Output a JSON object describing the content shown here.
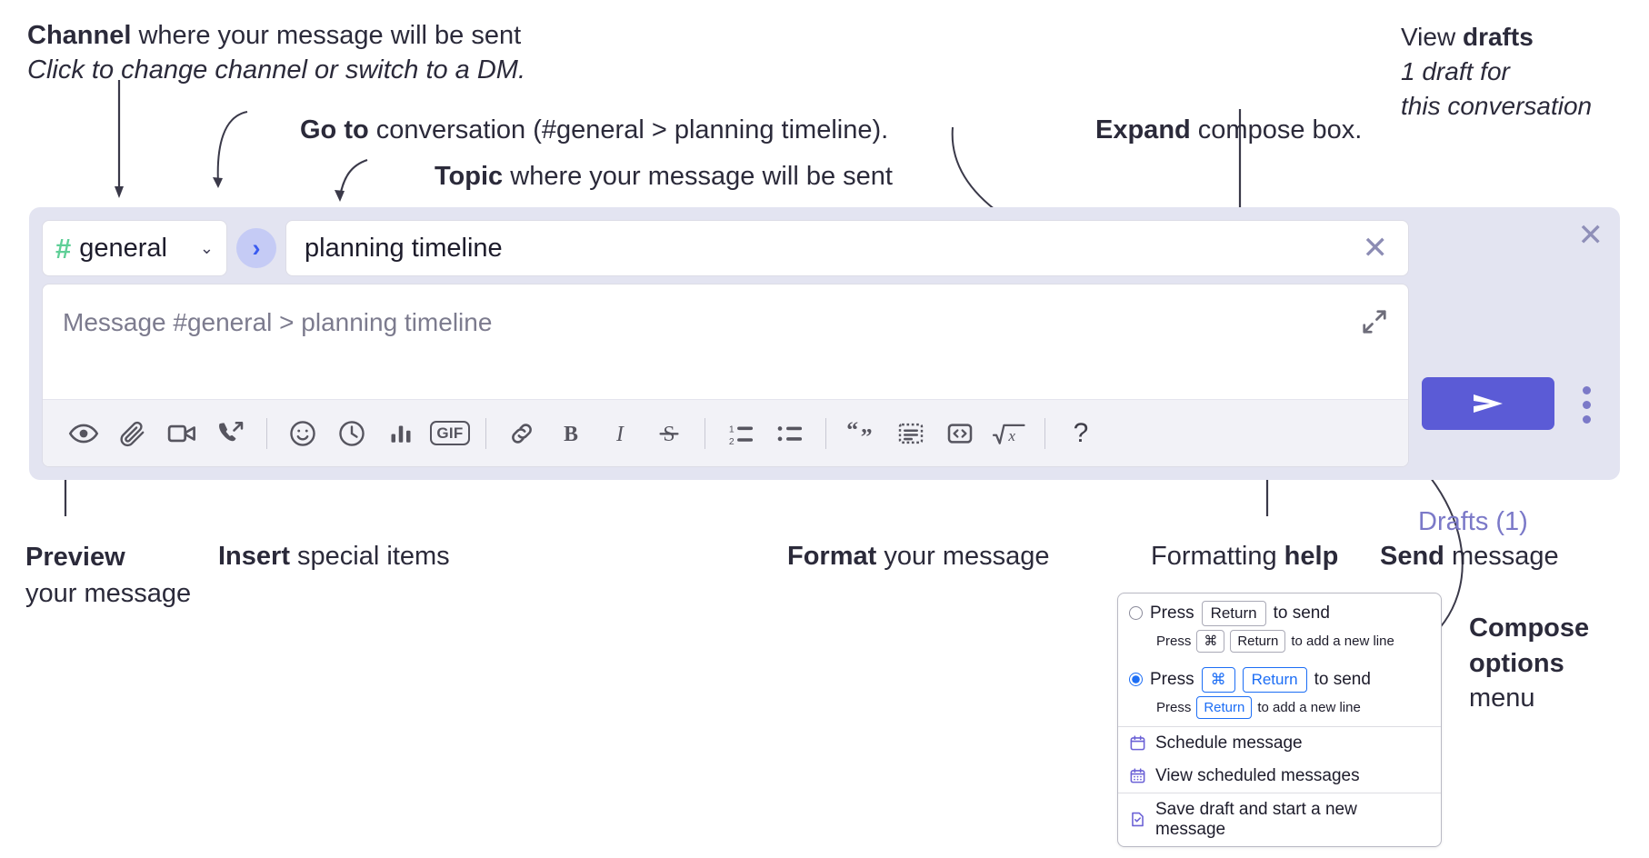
{
  "annotations": {
    "channel": {
      "bold": "Channel",
      "rest": " where your message will be sent",
      "italic": "Click to change channel or switch to a DM."
    },
    "goto": {
      "bold": "Go to",
      "rest": " conversation (#general > planning timeline)."
    },
    "topic": {
      "bold": "Topic",
      "rest": " where your message will be sent"
    },
    "expand": {
      "bold": "Expand",
      "rest": " compose box."
    },
    "drafts": {
      "plain": "View ",
      "bold": "drafts",
      "italic1": "1 draft for",
      "italic2": "this conversation"
    },
    "preview": {
      "bold": "Preview",
      "rest": "your message"
    },
    "insert": {
      "bold": "Insert",
      "rest": " special items"
    },
    "format": {
      "bold": "Format",
      "rest": " your message"
    },
    "help": {
      "plain": "Formatting ",
      "bold": "help"
    },
    "send": {
      "bold": "Send",
      "rest": " message"
    },
    "compose": {
      "bold1": "Compose",
      "bold2": "options",
      "rest": "menu"
    }
  },
  "compose": {
    "channel_name": "general",
    "channel_hash": "#",
    "chevron": "⌄",
    "goto_glyph": "›",
    "topic_value": "planning timeline",
    "topic_clear": "✕",
    "message_placeholder": "Message #general > planning timeline",
    "close": "✕",
    "drafts_label": "Drafts (1)",
    "gif_label": "GIF",
    "help_label": "?",
    "toolbar": [
      {
        "name": "preview-icon",
        "kind": "icon"
      },
      {
        "name": "attachment-icon",
        "kind": "icon"
      },
      {
        "name": "video-icon",
        "kind": "icon"
      },
      {
        "name": "huddle-icon",
        "kind": "icon"
      },
      {
        "name": "separator",
        "kind": "sep"
      },
      {
        "name": "emoji-icon",
        "kind": "icon"
      },
      {
        "name": "clock-icon",
        "kind": "icon"
      },
      {
        "name": "poll-icon",
        "kind": "icon"
      },
      {
        "name": "gif-icon",
        "kind": "gif"
      },
      {
        "name": "separator",
        "kind": "sep"
      },
      {
        "name": "link-icon",
        "kind": "icon"
      },
      {
        "name": "bold-icon",
        "kind": "icon"
      },
      {
        "name": "italic-icon",
        "kind": "icon"
      },
      {
        "name": "strikethrough-icon",
        "kind": "icon"
      },
      {
        "name": "separator",
        "kind": "sep"
      },
      {
        "name": "ordered-list-icon",
        "kind": "icon"
      },
      {
        "name": "bulleted-list-icon",
        "kind": "icon"
      },
      {
        "name": "separator",
        "kind": "sep"
      },
      {
        "name": "blockquote-icon",
        "kind": "icon"
      },
      {
        "name": "code-block-icon",
        "kind": "icon"
      },
      {
        "name": "inline-code-icon",
        "kind": "icon"
      },
      {
        "name": "latex-icon",
        "kind": "icon"
      },
      {
        "name": "separator",
        "kind": "sep"
      },
      {
        "name": "formatting-help",
        "kind": "help"
      }
    ]
  },
  "menu": {
    "option_1": {
      "selected": false,
      "pre": "Press",
      "key": "Return",
      "post": "to send",
      "sub_pre": "Press",
      "sub_key1": "⌘",
      "sub_key2": "Return",
      "sub_post": "to add a new line"
    },
    "option_2": {
      "selected": true,
      "pre": "Press",
      "key1": "⌘",
      "key2": "Return",
      "post": "to send",
      "sub_pre": "Press",
      "sub_key": "Return",
      "sub_post": "to add a new line"
    },
    "items": [
      {
        "icon": "calendar-schedule-icon",
        "label": "Schedule message"
      },
      {
        "icon": "calendar-grid-icon",
        "label": "View scheduled messages"
      },
      {
        "icon": "save-draft-icon",
        "label": "Save draft and start a new message"
      }
    ]
  },
  "colors": {
    "accent_purple": "#5b5bd6",
    "compose_bg": "#e3e4f1",
    "hash_green": "#5fcf97",
    "goto_blue": "#3a5bf0",
    "drafts_text": "#7b79c8",
    "radio_blue": "#1d6ef5"
  }
}
